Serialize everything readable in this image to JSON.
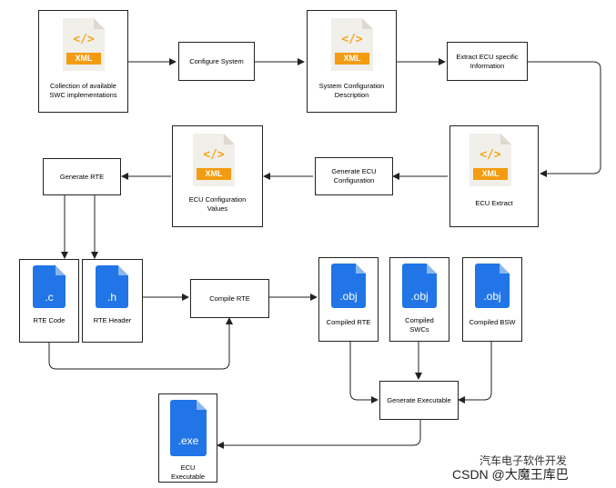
{
  "boxes": {
    "collection": "Collection of available\nSWC implementations",
    "configure_system": "Configure System",
    "system_config": "System Configuration\nDescription",
    "extract_ecu_info": "Extract ECU specific\nInformation",
    "ecu_extract": "ECU Extract",
    "generate_ecu_config": "Generate ECU\nConfiguration",
    "ecu_config_values": "ECU Configuration\nValues",
    "generate_rte": "Generate RTE",
    "rte_code": "RTE Code",
    "rte_header": "RTE Header",
    "compile_rte": "Compile RTE",
    "compiled_rte": "Compiled RTE",
    "compiled_swcs": "Compiled\nSWCs",
    "compiled_bsw": "Compiled BSW",
    "generate_executable": "Generate Executable",
    "ecu_executable": "ECU\nExecutable"
  },
  "icons": {
    "xml_code": "</>",
    "xml_label": "XML",
    "c_label": ".c",
    "h_label": ".h",
    "obj_label": ".obj",
    "exe_label": ".exe"
  },
  "watermark": {
    "line1": "汽车电子软件开发",
    "line2": "CSDN @大魔王库巴"
  },
  "colors": {
    "xml_accent": "#f39c12",
    "file_blue": "#2175e6",
    "line": "#222222"
  }
}
